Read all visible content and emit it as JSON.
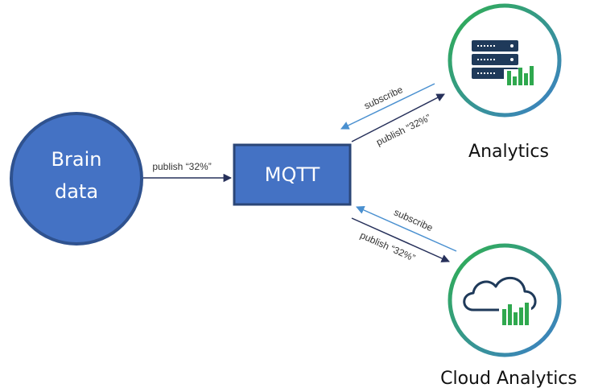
{
  "nodes": {
    "brain": {
      "line1": "Brain",
      "line2": "data"
    },
    "broker": {
      "label": "MQTT"
    },
    "analytics": {
      "label": "Analytics"
    },
    "cloud": {
      "label": "Cloud Analytics"
    }
  },
  "edges": {
    "brain_to_mqtt": {
      "label": "publish “32%”"
    },
    "analytics_subscribe": {
      "label": "subscribe"
    },
    "analytics_publish": {
      "label": "publish “32%”"
    },
    "cloud_subscribe": {
      "label": "subscribe"
    },
    "cloud_publish": {
      "label": "publish “32%”"
    }
  },
  "colors": {
    "brain_fill": "#4472c4",
    "brain_stroke": "#2f528f",
    "broker_fill": "#4472c4",
    "broker_stroke": "#2b4677",
    "node_text": "#ffffff",
    "subscribe_arrow": "#4a90d0",
    "publish_arrow": "#26305a",
    "ring_start": "#2fb04f",
    "ring_end": "#3d7fc9",
    "server_dark": "#1f3a5a",
    "bar_green": "#2fa84e"
  },
  "icons": {
    "analytics": "server-stack-bar-chart-icon",
    "cloud": "cloud-bar-chart-icon"
  }
}
